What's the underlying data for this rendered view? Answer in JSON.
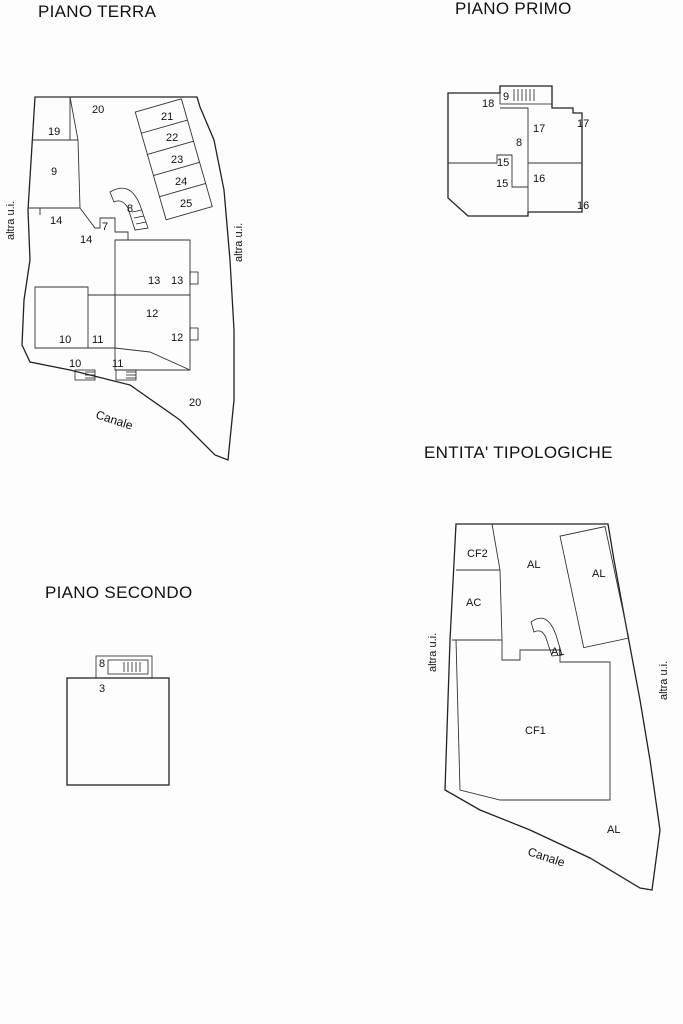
{
  "titles": {
    "ground": "PIANO TERRA",
    "first": "PIANO PRIMO",
    "second": "PIANO SECONDO",
    "typology": "ENTITA' TIPOLOGICHE"
  },
  "side_label": "altra u.i.",
  "canal_label": "Canale",
  "ground_units": [
    "20",
    "21",
    "22",
    "23",
    "24",
    "25",
    "19",
    "9",
    "8",
    "14",
    "14",
    "7",
    "13",
    "13",
    "12",
    "12",
    "10",
    "11",
    "10",
    "11",
    "20"
  ],
  "first_units": [
    "18",
    "9",
    "17",
    "17",
    "8",
    "15",
    "15",
    "16",
    "16"
  ],
  "second_units": [
    "8",
    "3"
  ],
  "typology_units": [
    "CF2",
    "AL",
    "AL",
    "AC",
    "AL",
    "CF1",
    "AL"
  ]
}
